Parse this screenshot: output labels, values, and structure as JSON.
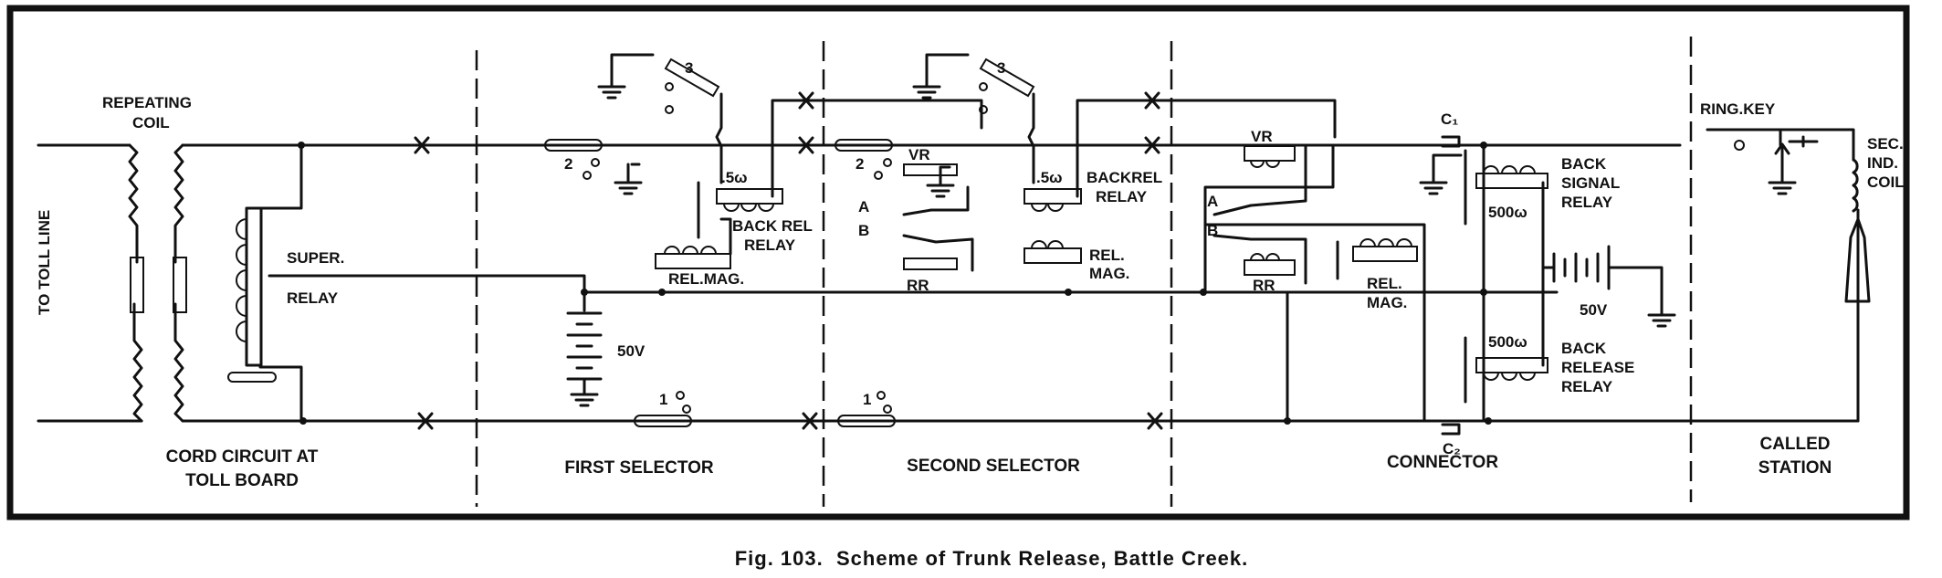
{
  "diagram": {
    "caption": "Fig. 103.  Scheme of Trunk Release, Battle Creek.",
    "line_label": "TO TOLL LINE",
    "sections": {
      "cord_circuit_line1": "CORD CIRCUIT AT",
      "cord_circuit_line2": "TOLL BOARD",
      "first_selector": "FIRST SELECTOR",
      "second_selector": "SECOND SELECTOR",
      "connector": "CONNECTOR",
      "called_line1": "CALLED",
      "called_line2": "STATION"
    },
    "labels": {
      "repeating_coil_1": "REPEATING",
      "repeating_coil_2": "COIL",
      "super": "SUPER.",
      "relay": "RELAY",
      "battery_1": "50V",
      "battery_2": "50V",
      "first_back_rel_1": "BACK REL",
      "first_back_rel_2": "RELAY",
      "first_resist": ".5ω",
      "first_rel_mag": "REL.MAG.",
      "second_back_rel_1": "BACKREL",
      "second_back_rel_2": "RELAY",
      "second_resist": ".5ω",
      "second_rel_mag_1": "REL.",
      "second_rel_mag_2": "MAG.",
      "vr_second": "VR",
      "rr_second": "RR",
      "a_second": "A",
      "b_second": "B",
      "vr_conn": "VR",
      "rr_conn": "RR",
      "a_conn": "A",
      "b_conn": "B",
      "conn_rel_mag_1": "REL.",
      "conn_rel_mag_2": "MAG.",
      "c1": "C₁",
      "c2": "C₂",
      "back_signal_1": "BACK",
      "back_signal_2": "SIGNAL",
      "back_signal_3": "RELAY",
      "r500_top": "500ω",
      "r500_bot": "500ω",
      "back_release_1": "BACK",
      "back_release_2": "RELEASE",
      "back_release_3": "RELAY",
      "ring_key": "RING.KEY",
      "sec_1": "SEC.",
      "sec_2": "IND.",
      "sec_3": "COIL",
      "bank_2_first": "2",
      "bank_1_first": "1",
      "bank_3_first": "3",
      "bank_2_second": "2",
      "bank_1_second": "1",
      "bank_3_second": "3"
    }
  }
}
